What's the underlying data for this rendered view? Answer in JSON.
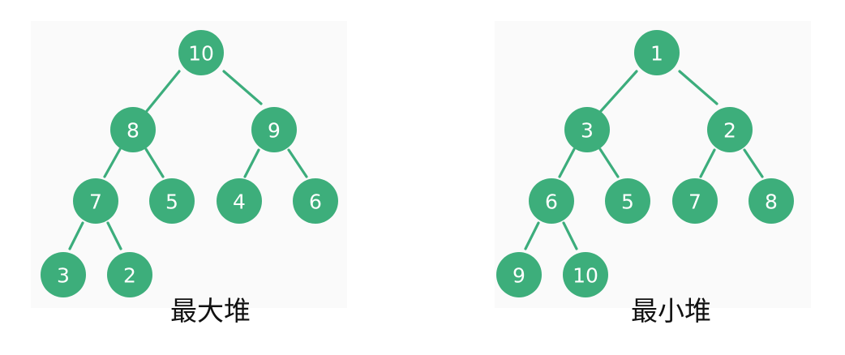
{
  "trees": [
    {
      "caption": "最大堆",
      "nodes": [
        "10",
        "8",
        "9",
        "7",
        "5",
        "4",
        "6",
        "3",
        "2"
      ]
    },
    {
      "caption": "最小堆",
      "nodes": [
        "1",
        "3",
        "2",
        "6",
        "5",
        "7",
        "8",
        "9",
        "10"
      ]
    }
  ],
  "colors": {
    "node_fill": "#3dae7b",
    "edge": "#3cad7c",
    "node_text": "#ffffff"
  }
}
